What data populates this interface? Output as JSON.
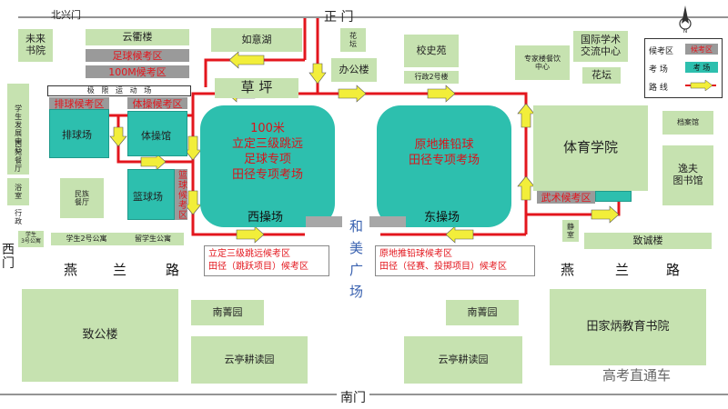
{
  "gates": {
    "north_main": "正 门",
    "north_side": "北兴门",
    "west": "西\n门",
    "south": "南门"
  },
  "roads": {
    "yanlan_chars": [
      "燕",
      "兰",
      "路"
    ],
    "heme_chars": [
      "和",
      "美",
      "广",
      "场"
    ]
  },
  "buildings": {
    "weilai": "未来\n书院",
    "yunheng": "云衢楼",
    "ruyi": "如意湖",
    "huatan_top": "花\n坛",
    "xiaoshiyuan": "校史苑",
    "guoji": "国际学术\n交流中心",
    "huatan_right": "花坛",
    "bangong": "办公楼",
    "xingzheng2": "行政2号楼",
    "zhuanjia": "专家楼餐饮\n中心",
    "caoping": "草  坪",
    "xuesheng_fazhan": "学生发展中心",
    "xiyuan_canting": "西苑餐厅",
    "yushi": "浴室",
    "xingzheng_small": "行政",
    "xuesheng3": "学生\n3号公寓",
    "minzu_canting": "民族\n餐厅",
    "xuesheng2": "学生2号公寓",
    "liuxuesheng": "留学生公寓",
    "jixian": "极   限   运   动   场",
    "paiqiu": "排球场",
    "ticao": "体操馆",
    "lanqiu": "篮球场",
    "tiyu_xueyuan": "体育学院",
    "danganguan": "档案馆",
    "yifu": "逸夫\n图书馆",
    "jingshi": "静\n室",
    "zhicheng": "致诚楼",
    "zhigong": "致公楼",
    "nanjingyuan_w": "南菁园",
    "nanjingyuan_e": "南菁园",
    "yunting_w": "云亭耕读园",
    "yunting_e": "云亭耕读园",
    "tianjiabing": "田家炳教育书院"
  },
  "fields": {
    "west_events": "100米\n立定三级跳远\n足球专项\n田径专项考场",
    "west_name": "西操场",
    "east_events": "原地推铅球\n田径专项考场",
    "east_name": "东操场"
  },
  "waiting_areas": {
    "football": "足球候考区",
    "hundred_m": "100M候考区",
    "volleyball": "排球候考区",
    "gymnastics": "体操候考区",
    "basketball": "篮球候考区",
    "wushu": "武术候考区"
  },
  "waiting_boxes": {
    "west": [
      "立定三级跳远候考区",
      "田径（跳跃项目）候考区"
    ],
    "east": [
      "原地推铅球候考区",
      "田径（径赛、投掷项目）候考区"
    ]
  },
  "legend": {
    "waiting_label": "候考区",
    "waiting_swatch": "候考区",
    "exam_label": "考  场",
    "exam_swatch": "考 场",
    "route_label": "路  线"
  },
  "watermark": "高考直通车",
  "colors": {
    "building": "#c6e2b0",
    "exam_venue": "#2dbfae",
    "waiting_area": "#9a9a9a",
    "route": "#e3161d",
    "route_arrow": "#f2ee3a"
  },
  "compass_icon": "north-compass-icon"
}
